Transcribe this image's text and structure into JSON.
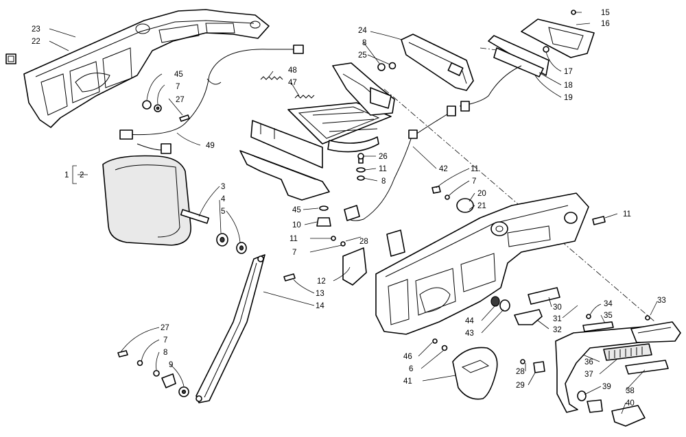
{
  "callouts": [
    "23",
    "22",
    "45",
    "7",
    "27",
    "48",
    "47",
    "49",
    "24",
    "8",
    "25",
    "15",
    "16",
    "17",
    "18",
    "19",
    "26",
    "11",
    "8",
    "1",
    "2",
    "3",
    "4",
    "5",
    "45",
    "10",
    "42",
    "11",
    "7",
    "20",
    "21",
    "11",
    "11",
    "7",
    "28",
    "12",
    "13",
    "14",
    "30",
    "31",
    "44",
    "43",
    "34",
    "35",
    "33",
    "32",
    "27",
    "7",
    "8",
    "9",
    "46",
    "6",
    "41",
    "28",
    "29",
    "36",
    "37",
    "39",
    "38",
    "40"
  ]
}
